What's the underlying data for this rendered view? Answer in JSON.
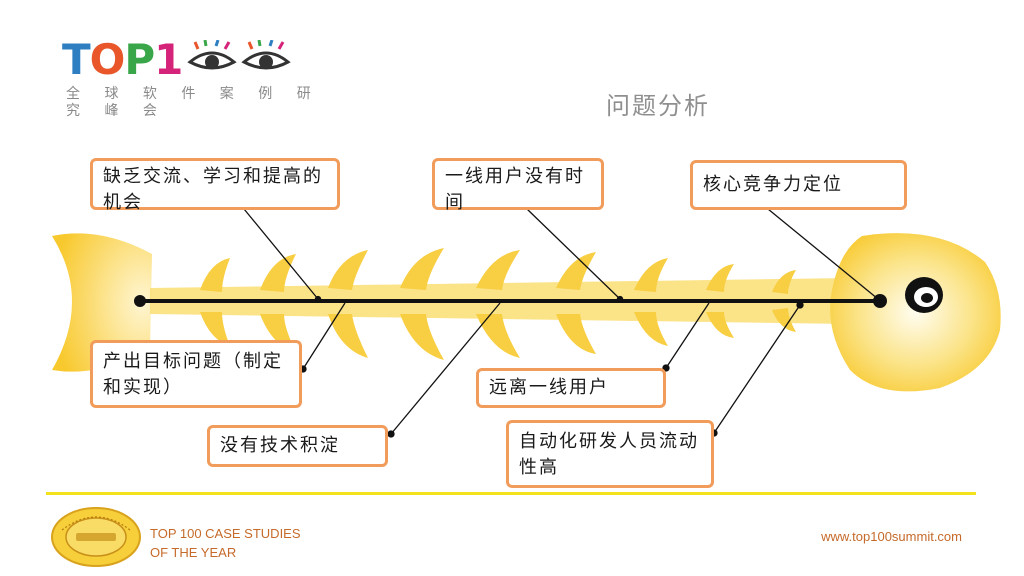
{
  "header": {
    "logo_letters": [
      "T",
      "O",
      "P",
      "1"
    ],
    "logo_colors": [
      "#2d7fc1",
      "#e8562a",
      "#3aa64a",
      "#d6237a"
    ],
    "tagline": "全 球 软 件 案 例 研 究 峰 会",
    "slide_title": "问题分析"
  },
  "diagram": {
    "causes": {
      "top_1": "缺乏交流、学习和提高的机会",
      "top_2": "一线用户没有时间",
      "top_3": "核心竞争力定位",
      "bottom_1": "产出目标问题（制定和实现）",
      "bottom_2": "没有技术积淀",
      "bottom_3": "远离一线用户",
      "bottom_4": "自动化研发人员流动性高"
    },
    "colors": {
      "box_border": "#f19c5a",
      "fish_yellow": "#f8c92e",
      "spine": "#111111"
    }
  },
  "footer": {
    "left_line_1": "TOP 100 CASE STUDIES",
    "left_line_2": "OF THE YEAR",
    "url": "www.top100summit.com",
    "rule_color": "#f3e11b"
  }
}
